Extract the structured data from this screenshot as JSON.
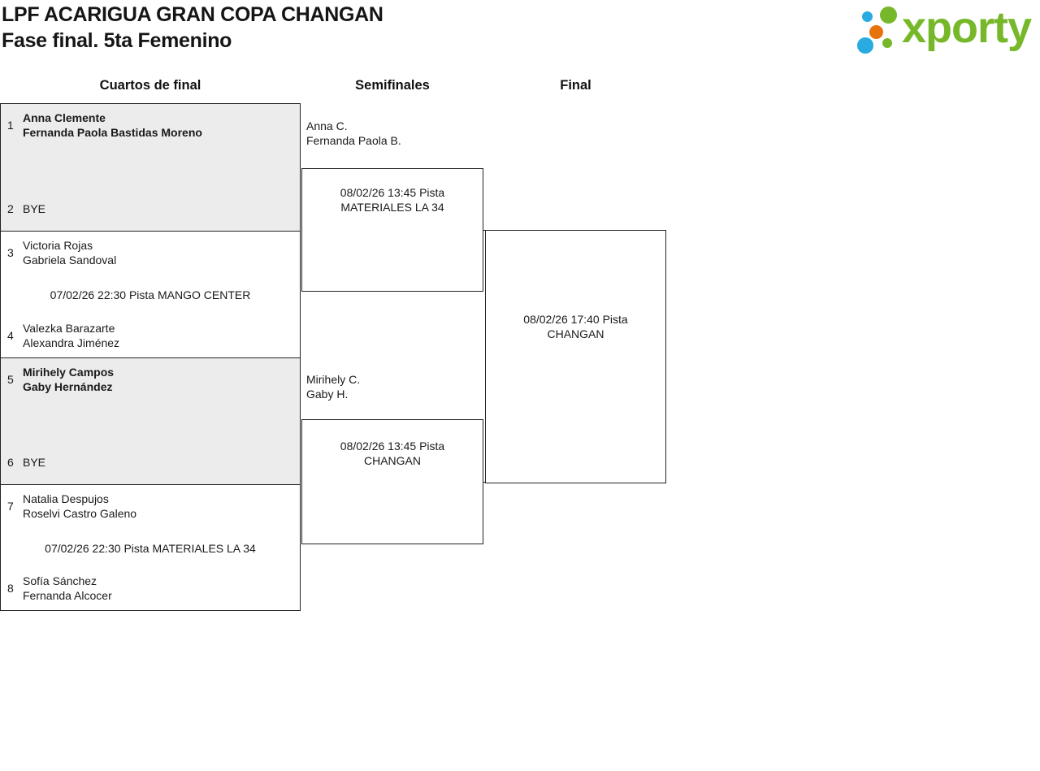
{
  "header": {
    "title_line1": "LPF ACARIGUA GRAN COPA CHANGAN",
    "title_line2": "Fase final. 5ta Femenino",
    "logo_text": "xporty"
  },
  "colors": {
    "logo_green": "#76b82a",
    "logo_blue": "#29abe2",
    "logo_orange": "#e8720c",
    "block_highlight_gray": "#ececec",
    "border": "#222222"
  },
  "rounds": {
    "quarterfinals_label": "Cuartos de final",
    "semifinals_label": "Semifinales",
    "final_label": "Final"
  },
  "quarterfinals": [
    {
      "seed_top": "1",
      "team_top": [
        "Anna Clemente",
        "Fernanda Paola Bastidas Moreno"
      ],
      "seed_bottom": "2",
      "team_bottom": [
        "BYE"
      ],
      "match_info": "",
      "winner_advanced": true
    },
    {
      "seed_top": "3",
      "team_top": [
        "Victoria Rojas",
        "Gabriela Sandoval"
      ],
      "seed_bottom": "4",
      "team_bottom": [
        "Valezka Barazarte",
        "Alexandra Jiménez"
      ],
      "match_info": "07/02/26 22:30 Pista MANGO CENTER",
      "winner_advanced": false
    },
    {
      "seed_top": "5",
      "team_top": [
        "Mirihely Campos",
        "Gaby Hernández"
      ],
      "seed_bottom": "6",
      "team_bottom": [
        "BYE"
      ],
      "match_info": "",
      "winner_advanced": true
    },
    {
      "seed_top": "7",
      "team_top": [
        "Natalia Despujos",
        "Roselvi Castro Galeno"
      ],
      "seed_bottom": "8",
      "team_bottom": [
        "Sofía Sánchez",
        "Fernanda Alcocer"
      ],
      "match_info": "07/02/26 22:30 Pista MATERIALES LA 34",
      "winner_advanced": false
    }
  ],
  "semifinals": [
    {
      "participant": [
        "Anna C.",
        "Fernanda Paola B."
      ],
      "match_info": [
        "08/02/26 13:45 Pista",
        "MATERIALES LA 34"
      ]
    },
    {
      "participant": [
        "Mirihely C.",
        "Gaby H."
      ],
      "match_info": [
        "08/02/26 13:45 Pista",
        "CHANGAN"
      ]
    }
  ],
  "final": {
    "match_info": [
      "08/02/26 17:40 Pista",
      "CHANGAN"
    ]
  }
}
